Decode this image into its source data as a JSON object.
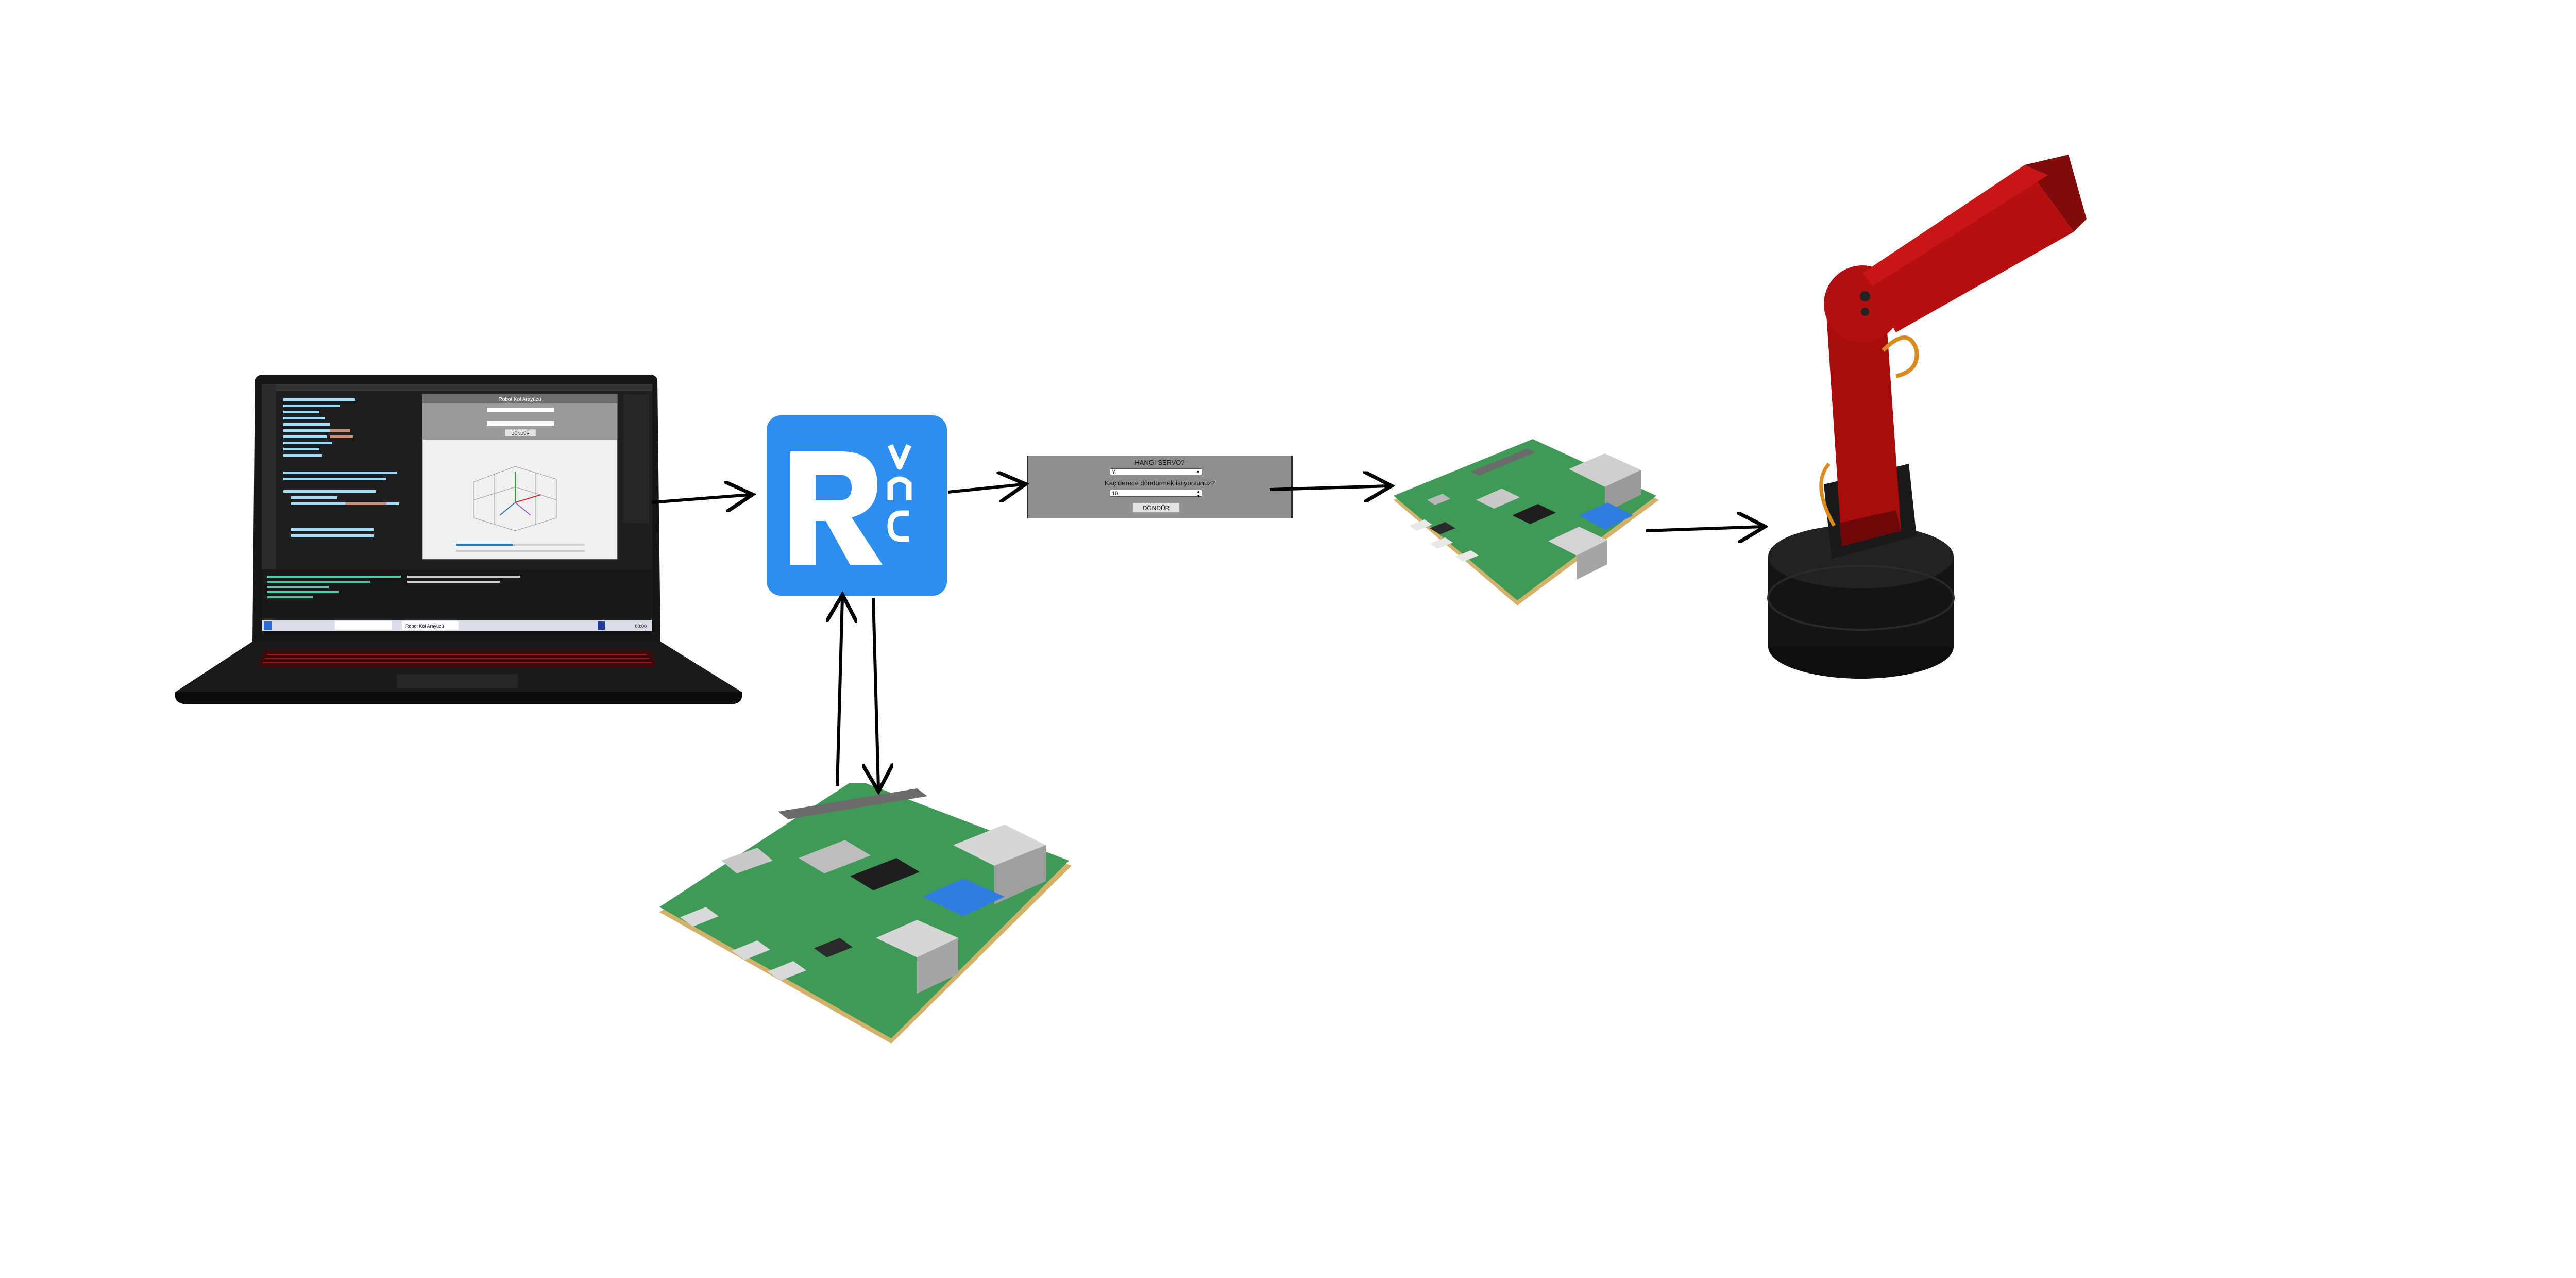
{
  "colors": {
    "vnc_blue": "#2b8ef0",
    "pcb_green": "#3f9a57",
    "robot_red": "#a80d0d",
    "robot_black": "#141414",
    "panel_gray": "#8f8f8f"
  },
  "vnc_logo": {
    "letter": "R",
    "vertical_text": "VNC"
  },
  "servo_panel": {
    "title": "HANGI SERVO?",
    "selected_servo": "Y",
    "question": "Kaç derece döndürmek istiyorsunuz?",
    "degrees_value": "10",
    "rotate_button": "DÖNDÜR"
  },
  "laptop_screen": {
    "popup_title": "Robot Kol Arayüzü",
    "popup_button": "DÖNDÜR",
    "taskbar_item": "Robot Kol Arayüzü",
    "clock": "00:00"
  },
  "icons": {
    "laptop": "laptop-icon",
    "vnc": "vnc-logo-icon",
    "board": "raspberry-pi-board-icon",
    "robot": "robot-arm-icon",
    "arrow": "arrow-icon"
  }
}
